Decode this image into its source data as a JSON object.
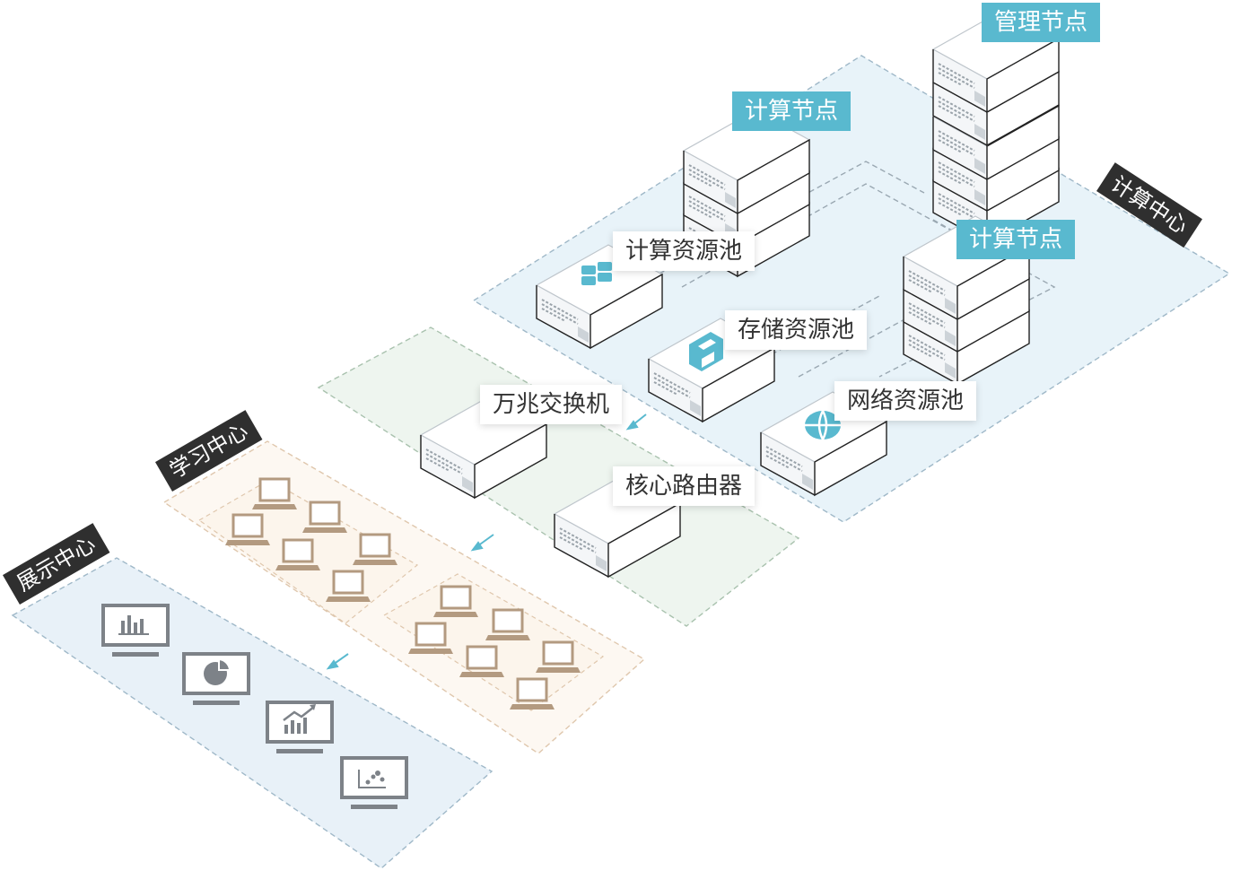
{
  "zones": {
    "compute_center": "计算中心",
    "study_center": "学习中心",
    "display_center": "展示中心"
  },
  "labels": {
    "mgmt_node": "管理节点",
    "compute_node_1": "计算节点",
    "compute_node_2": "计算节点",
    "compute_pool": "计算资源池",
    "storage_pool": "存储资源池",
    "network_pool": "网络资源池",
    "switch": "万兆交换机",
    "router": "核心路由器"
  },
  "colors": {
    "compute_zone": "#e8f3f9",
    "network_zone": "#eef5ef",
    "study_zone": "#fdf8f2",
    "display_zone": "#e8f1f8",
    "accent": "#59b9cf",
    "laptop": "#b39a80",
    "monitor": "#7d8288"
  },
  "icons": {
    "compute_pool": "calculator-icon",
    "storage_pool": "floppy-disk-icon",
    "network_pool": "globe-icon",
    "display": [
      "bar-chart-icon",
      "pie-chart-icon",
      "growth-chart-icon",
      "scatter-chart-icon"
    ]
  }
}
